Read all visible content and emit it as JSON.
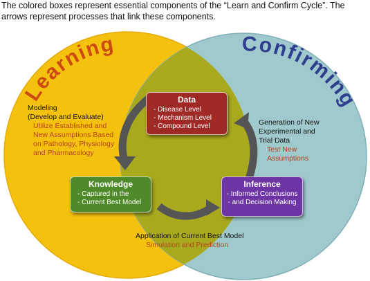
{
  "caption": "The colored boxes represent essential components of the “Learn and Confirm Cycle”. The arrows represent processes that link these components.",
  "circles": {
    "learning": {
      "title": "Learning",
      "color": "#f4c10e",
      "title_color": "#cc4a12"
    },
    "confirming": {
      "title": "Confirming",
      "color": "#9fc9cc",
      "title_color": "#2e3e8f"
    },
    "overlap_color": "#a9a91e"
  },
  "boxes": {
    "data": {
      "title": "Data",
      "items": [
        "Disease Level",
        "Mechanism Level",
        "Compound Level"
      ],
      "color": "#9f2a25"
    },
    "knowledge": {
      "title": "Knowledge",
      "items": [
        "Captured in the",
        "Current Best Model"
      ],
      "color": "#4f8a2a"
    },
    "inference": {
      "title": "Inference",
      "items": [
        "Informed Conclusions",
        "and Decision Making"
      ],
      "color": "#6d35a3"
    }
  },
  "processes": {
    "modeling": {
      "title_line1": "Modeling",
      "title_line2": "(Develop and Evaluate)",
      "detail": [
        "Utilize Established and",
        "New Assumptions Based",
        "on Pathology, Physiology",
        "and Pharmacology"
      ]
    },
    "generation": {
      "title": [
        "Generation of New",
        "Experimental and",
        "Trial Data"
      ],
      "detail": [
        "Test New",
        "Assumptions"
      ]
    },
    "application": {
      "title": "Application of Current Best Model",
      "detail": "Simulation and Prediction"
    }
  }
}
